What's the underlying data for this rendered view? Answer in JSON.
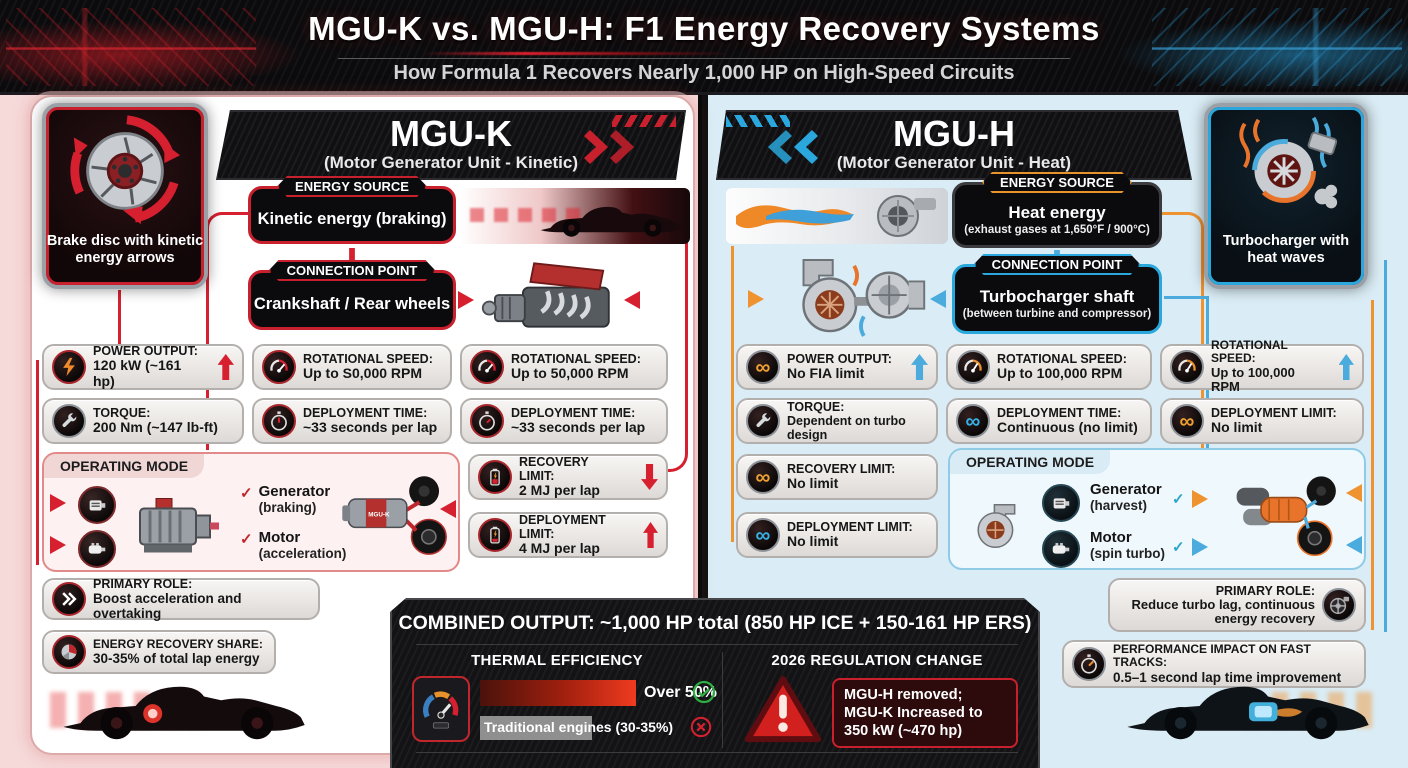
{
  "header": {
    "title": "MGU-K vs. MGU-H: F1 Energy Recovery Systems",
    "subtitle": "How Formula 1 Recovers Nearly 1,000 HP on High-Speed Circuits"
  },
  "icons": {
    "infinity": "∞",
    "check": "✓",
    "cross": "×",
    "exclaim": "!"
  },
  "mgu_k": {
    "title": "MGU-K",
    "subtitle": "(Motor Generator Unit - Kinetic)",
    "icon_caption": "Brake disc with kinetic energy arrows",
    "energy_source": {
      "label": "ENERGY SOURCE",
      "value": "Kinetic energy (braking)"
    },
    "connection_point": {
      "label": "CONNECTION POINT",
      "value": "Crankshaft / Rear wheels"
    },
    "stats": [
      {
        "label": "POWER OUTPUT:",
        "value": "120 kW (~161 hp)"
      },
      {
        "label": "ROTATIONAL SPEED:",
        "value": "Up to S0,000 RPM"
      },
      {
        "label": "ROTATIONAL SPEED:",
        "value": "Up to 50,000 RPM"
      },
      {
        "label": "TORQUE:",
        "value": "200 Nm (~147 lb-ft)"
      },
      {
        "label": "DEPLOYMENT TIME:",
        "value": "~33 seconds per lap"
      },
      {
        "label": "DEPLOYMENT TIME:",
        "value": "~33 seconds per lap"
      }
    ],
    "operating_mode": {
      "label": "OPERATING MODE",
      "modes": [
        {
          "name": "Generator",
          "detail": "(braking)"
        },
        {
          "name": "Motor",
          "detail": "(acceleration)"
        }
      ]
    },
    "limits": [
      {
        "label": "RECOVERY LIMIT:",
        "value": "2 MJ per lap"
      },
      {
        "label": "DEPLOYMENT LIMIT:",
        "value": "4 MJ per lap"
      }
    ],
    "primary_role": {
      "label": "PRIMARY ROLE:",
      "value": "Boost acceleration and overtaking"
    },
    "recovery_share": {
      "label": "ENERGY RECOVERY SHARE:",
      "value": "30-35% of total lap energy"
    }
  },
  "mgu_h": {
    "title": "MGU-H",
    "subtitle": "(Motor Generator Unit - Heat)",
    "icon_caption": "Turbocharger with heat waves",
    "energy_source": {
      "label": "ENERGY SOURCE",
      "value": "Heat energy",
      "sub": "(exhaust gases at 1,650°F / 900°C)"
    },
    "connection_point": {
      "label": "CONNECTION POINT",
      "value": "Turbocharger shaft",
      "sub": "(between turbine and compressor)"
    },
    "stats": [
      {
        "label": "POWER OUTPUT:",
        "value": "No FIA limit"
      },
      {
        "label": "ROTATIONAL SPEED:",
        "value": "Up to 100,000 RPM"
      },
      {
        "label": "ROTATIONAL SPEED:",
        "value": "Up to 100,000 RPM"
      },
      {
        "label": "TORQUE:",
        "value": "Dependent on turbo design"
      },
      {
        "label": "DEPLOYMENT TIME:",
        "value": "Continuous (no limit)"
      },
      {
        "label": "DEPLOYMENT LIMIT:",
        "value": "No limit"
      }
    ],
    "operating_mode": {
      "label": "OPERATING MODE",
      "modes": [
        {
          "name": "Generator",
          "detail": "(harvest)"
        },
        {
          "name": "Motor",
          "detail": "(spin turbo)"
        }
      ]
    },
    "limits": [
      {
        "label": "RECOVERY LIMIT:",
        "value": "No limit"
      },
      {
        "label": "DEPLOYMENT LIMIT:",
        "value": "No limit"
      }
    ],
    "primary_role": {
      "label": "PRIMARY ROLE:",
      "value": "Reduce turbo lag, continuous energy recovery"
    },
    "performance_impact": {
      "label": "PERFORMANCE IMPACT ON FAST TRACKS:",
      "value": "0.5–1 second lap time improvement"
    }
  },
  "combined": {
    "title": "COMBINED OUTPUT: ~1,000 HP total (850 HP ICE + 150-161 HP ERS)",
    "thermal": {
      "heading": "THERMAL EFFICIENCY",
      "modern": "Over 50%",
      "traditional": "Traditional engines (30-35%)"
    },
    "regulation": {
      "heading": "2026 REGULATION CHANGE",
      "lines": [
        "MGU-H removed;",
        "MGU-K Increased to",
        "350 kW (~470 hp)"
      ]
    }
  },
  "colors": {
    "red": "#d6202f",
    "blue": "#2aa7dc",
    "orange": "#e8922c"
  }
}
